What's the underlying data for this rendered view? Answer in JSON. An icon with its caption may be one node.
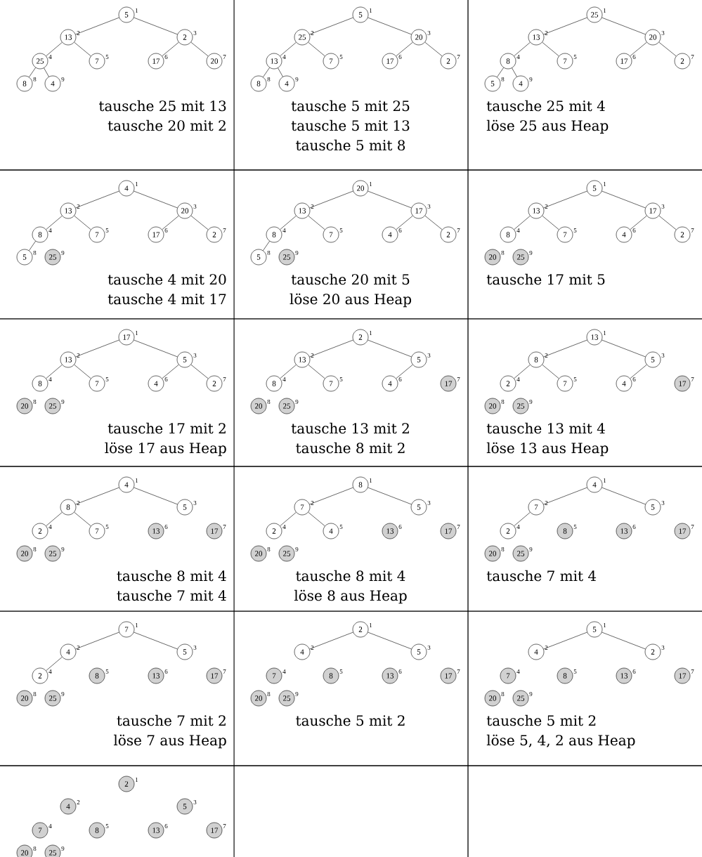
{
  "diagram": {
    "nodes": [
      {
        "text": [
          "5"
        ],
        "beside": [
          "1"
        ]
      },
      {
        "text": [
          "13"
        ],
        "beside": [
          "2"
        ]
      },
      {
        "text": [
          "2"
        ],
        "beside": [
          "3"
        ]
      },
      {
        "text": [
          "25"
        ],
        "beside": [
          "4"
        ]
      },
      {
        "text": [
          "7"
        ],
        "beside": [
          "5"
        ]
      },
      {
        "text": [
          "17"
        ],
        "beside": [
          "6"
        ]
      },
      {
        "text": [
          "20"
        ],
        "beside": [
          "7"
        ]
      },
      {
        "text": [
          "8"
        ],
        "beside": [
          "8"
        ]
      },
      {
        "text": [
          "4"
        ],
        "beside": [
          "9"
        ]
      },
      {
        "text": [
          "5"
        ],
        "beside": [
          "1"
        ]
      },
      {
        "text": [
          "25"
        ],
        "beside": [
          "2"
        ]
      },
      {
        "text": [
          "20"
        ],
        "beside": [
          "3"
        ]
      },
      {
        "text": [
          "13"
        ],
        "beside": [
          "4"
        ]
      },
      {
        "text": [
          "7"
        ],
        "beside": [
          "5"
        ]
      },
      {
        "text": [
          "17"
        ],
        "beside": [
          "6"
        ]
      },
      {
        "text": [
          "2"
        ],
        "beside": [
          "7"
        ]
      },
      {
        "text": [
          "8"
        ],
        "beside": [
          "8"
        ]
      },
      {
        "text": [
          "4"
        ],
        "beside": [
          "9"
        ]
      },
      {
        "text": [
          "25"
        ],
        "beside": [
          "1"
        ]
      },
      {
        "text": [
          "13"
        ],
        "beside": [
          "2"
        ]
      },
      {
        "text": [
          "20"
        ],
        "beside": [
          "3"
        ]
      },
      {
        "text": [
          "8"
        ],
        "beside": [
          "4"
        ]
      },
      {
        "text": [
          "7"
        ],
        "beside": [
          "5"
        ]
      },
      {
        "text": [
          "17"
        ],
        "beside": [
          "6"
        ]
      },
      {
        "text": [
          "2"
        ],
        "beside": [
          "7"
        ]
      },
      {
        "text": [
          "5"
        ],
        "beside": [
          "8"
        ]
      },
      {
        "text": [
          "4"
        ],
        "beside": [
          "9"
        ]
      },
      {
        "text": [
          "4"
        ],
        "beside": [
          "1"
        ]
      },
      {
        "text": [
          "13"
        ],
        "beside": [
          "2"
        ]
      },
      {
        "text": [
          "20"
        ],
        "beside": [
          "3"
        ]
      },
      {
        "text": [
          "8"
        ],
        "beside": [
          "4"
        ]
      },
      {
        "text": [
          "7"
        ],
        "beside": [
          "5"
        ]
      },
      {
        "text": [
          "17"
        ],
        "beside": [
          "6"
        ]
      },
      {
        "text": [
          "2"
        ],
        "beside": [
          "7"
        ]
      },
      {
        "text": [
          "5"
        ],
        "beside": [
          "8"
        ]
      },
      {
        "text": [
          "25"
        ],
        "beside": [
          "9"
        ]
      },
      {
        "text": [
          "20"
        ],
        "beside": [
          "1"
        ]
      },
      {
        "text": [
          "13"
        ],
        "beside": [
          "2"
        ]
      },
      {
        "text": [
          "17"
        ],
        "beside": [
          "3"
        ]
      },
      {
        "text": [
          "8"
        ],
        "beside": [
          "4"
        ]
      },
      {
        "text": [
          "7"
        ],
        "beside": [
          "5"
        ]
      },
      {
        "text": [
          "4"
        ],
        "beside": [
          "6"
        ]
      },
      {
        "text": [
          "2"
        ],
        "beside": [
          "7"
        ]
      },
      {
        "text": [
          "5"
        ],
        "beside": [
          "8"
        ]
      },
      {
        "text": [
          "25"
        ],
        "beside": [
          "9"
        ]
      },
      {
        "text": [
          "5"
        ],
        "beside": [
          "1"
        ]
      },
      {
        "text": [
          "13"
        ],
        "beside": [
          "2"
        ]
      },
      {
        "text": [
          "17"
        ],
        "beside": [
          "3"
        ]
      },
      {
        "text": [
          "8"
        ],
        "beside": [
          "4"
        ]
      },
      {
        "text": [
          "7"
        ],
        "beside": [
          "5"
        ]
      },
      {
        "text": [
          "4"
        ],
        "beside": [
          "6"
        ]
      },
      {
        "text": [
          "2"
        ],
        "beside": [
          "7"
        ]
      },
      {
        "text": [
          "20"
        ],
        "beside": [
          "8"
        ]
      },
      {
        "text": [
          "25"
        ],
        "beside": [
          "9"
        ]
      },
      {
        "text": [
          "17"
        ],
        "beside": [
          "1"
        ]
      },
      {
        "text": [
          "13"
        ],
        "beside": [
          "2"
        ]
      },
      {
        "text": [
          "5"
        ],
        "beside": [
          "3"
        ]
      },
      {
        "text": [
          "8"
        ],
        "beside": [
          "4"
        ]
      },
      {
        "text": [
          "7"
        ],
        "beside": [
          "5"
        ]
      },
      {
        "text": [
          "4"
        ],
        "beside": [
          "6"
        ]
      },
      {
        "text": [
          "2"
        ],
        "beside": [
          "7"
        ]
      },
      {
        "text": [
          "20"
        ],
        "beside": [
          "8"
        ]
      },
      {
        "text": [
          "25"
        ],
        "beside": [
          "9"
        ]
      },
      {
        "text": [
          "2"
        ],
        "beside": [
          "1"
        ]
      },
      {
        "text": [
          "13"
        ],
        "beside": [
          "2"
        ]
      },
      {
        "text": [
          "5"
        ],
        "beside": [
          "3"
        ]
      },
      {
        "text": [
          "8"
        ],
        "beside": [
          "4"
        ]
      },
      {
        "text": [
          "7"
        ],
        "beside": [
          "5"
        ]
      },
      {
        "text": [
          "4"
        ],
        "beside": [
          "6"
        ]
      },
      {
        "text": [
          "17"
        ],
        "beside": [
          "7"
        ]
      },
      {
        "text": [
          "20"
        ],
        "beside": [
          "8"
        ]
      },
      {
        "text": [
          "25"
        ],
        "beside": [
          "9"
        ]
      },
      {
        "text": [
          "13"
        ],
        "beside": [
          "1"
        ]
      },
      {
        "text": [
          "8"
        ],
        "beside": [
          "2"
        ]
      },
      {
        "text": [
          "5"
        ],
        "beside": [
          "3"
        ]
      },
      {
        "text": [
          "2"
        ],
        "beside": [
          "4"
        ]
      },
      {
        "text": [
          "7"
        ],
        "beside": [
          "5"
        ]
      },
      {
        "text": [
          "4"
        ],
        "beside": [
          "6"
        ]
      },
      {
        "text": [
          "17"
        ],
        "beside": [
          "7"
        ]
      },
      {
        "text": [
          "20"
        ],
        "beside": [
          "8"
        ]
      },
      {
        "text": [
          "25"
        ],
        "beside": [
          "9"
        ]
      },
      {
        "text": [
          "4"
        ],
        "beside": [
          "1"
        ]
      },
      {
        "text": [
          "8"
        ],
        "beside": [
          "2"
        ]
      },
      {
        "text": [
          "5"
        ],
        "beside": [
          "3"
        ]
      },
      {
        "text": [
          "2"
        ],
        "beside": [
          "4"
        ]
      },
      {
        "text": [
          "7"
        ],
        "beside": [
          "5"
        ]
      },
      {
        "text": [
          "13"
        ],
        "beside": [
          "6"
        ]
      },
      {
        "text": [
          "17"
        ],
        "beside": [
          "7"
        ]
      },
      {
        "text": [
          "20"
        ],
        "beside": [
          "8"
        ]
      },
      {
        "text": [
          "25"
        ],
        "beside": [
          "9"
        ]
      },
      {
        "text": [
          "8"
        ],
        "beside": [
          "1"
        ]
      },
      {
        "text": [
          "7"
        ],
        "beside": [
          "2"
        ]
      },
      {
        "text": [
          "5"
        ],
        "beside": [
          "3"
        ]
      },
      {
        "text": [
          "2"
        ],
        "beside": [
          "4"
        ]
      },
      {
        "text": [
          "4"
        ],
        "beside": [
          "5"
        ]
      },
      {
        "text": [
          "13"
        ],
        "beside": [
          "6"
        ]
      },
      {
        "text": [
          "17"
        ],
        "beside": [
          "7"
        ]
      },
      {
        "text": [
          "20"
        ],
        "beside": [
          "8"
        ]
      },
      {
        "text": [
          "25"
        ],
        "beside": [
          "9"
        ]
      },
      {
        "text": [
          "4"
        ],
        "beside": [
          "1"
        ]
      },
      {
        "text": [
          "7"
        ],
        "beside": [
          "2"
        ]
      },
      {
        "text": [
          "5"
        ],
        "beside": [
          "3"
        ]
      },
      {
        "text": [
          "2"
        ],
        "beside": [
          "4"
        ]
      },
      {
        "text": [
          "8"
        ],
        "beside": [
          "5"
        ]
      },
      {
        "text": [
          "13"
        ],
        "beside": [
          "6"
        ]
      },
      {
        "text": [
          "17"
        ],
        "beside": [
          "7"
        ]
      },
      {
        "text": [
          "20"
        ],
        "beside": [
          "8"
        ]
      },
      {
        "text": [
          "25"
        ],
        "beside": [
          "9"
        ]
      },
      {
        "text": [
          "7"
        ],
        "beside": [
          "1"
        ]
      },
      {
        "text": [
          "4"
        ],
        "beside": [
          "2"
        ]
      },
      {
        "text": [
          "5"
        ],
        "beside": [
          "3"
        ]
      },
      {
        "text": [
          "2"
        ],
        "beside": [
          "4"
        ]
      },
      {
        "text": [
          "8"
        ],
        "beside": [
          "5"
        ]
      },
      {
        "text": [
          "13"
        ],
        "beside": [
          "6"
        ]
      },
      {
        "text": [
          "17"
        ],
        "beside": [
          "7"
        ]
      },
      {
        "text": [
          "20"
        ],
        "beside": [
          "8"
        ]
      },
      {
        "text": [
          "25"
        ],
        "beside": [
          "9"
        ]
      },
      {
        "text": [
          "2"
        ],
        "beside": [
          "1"
        ]
      },
      {
        "text": [
          "4"
        ],
        "beside": [
          "2"
        ]
      },
      {
        "text": [
          "5"
        ],
        "beside": [
          "3"
        ]
      },
      {
        "text": [
          "7"
        ],
        "beside": [
          "4"
        ]
      },
      {
        "text": [
          "8"
        ],
        "beside": [
          "5"
        ]
      },
      {
        "text": [
          "13"
        ],
        "beside": [
          "6"
        ]
      },
      {
        "text": [
          "17"
        ],
        "beside": [
          "7"
        ]
      },
      {
        "text": [
          "20"
        ],
        "beside": [
          "8"
        ]
      },
      {
        "text": [
          "25"
        ],
        "beside": [
          "9"
        ]
      },
      {
        "text": [
          "5"
        ],
        "beside": [
          "1"
        ]
      },
      {
        "text": [
          "4"
        ],
        "beside": [
          "2"
        ]
      },
      {
        "text": [
          "2"
        ],
        "beside": [
          "3"
        ]
      },
      {
        "text": [
          "7"
        ],
        "beside": [
          "4"
        ]
      },
      {
        "text": [
          "8"
        ],
        "beside": [
          "5"
        ]
      },
      {
        "text": [
          "13"
        ],
        "beside": [
          "6"
        ]
      },
      {
        "text": [
          "17"
        ],
        "beside": [
          "7"
        ]
      },
      {
        "text": [
          "20"
        ],
        "beside": [
          "8"
        ]
      },
      {
        "text": [
          "25"
        ],
        "beside": [
          "9"
        ]
      },
      {
        "text": [
          "2"
        ],
        "beside": [
          "1"
        ]
      },
      {
        "text": [
          "4"
        ],
        "beside": [
          "2"
        ]
      },
      {
        "text": [
          "5"
        ],
        "beside": [
          "3"
        ]
      },
      {
        "text": [
          "7"
        ],
        "beside": [
          "4"
        ]
      },
      {
        "text": [
          "8"
        ],
        "beside": [
          "5"
        ]
      },
      {
        "text": [
          "13"
        ],
        "beside": [
          "6"
        ]
      },
      {
        "text": [
          "17"
        ],
        "beside": [
          "7"
        ]
      },
      {
        "text": [
          "20"
        ],
        "beside": [
          "8"
        ]
      },
      {
        "text": [
          "25"
        ],
        "beside": [
          "9"
        ]
      }
    ],
    "edges": [
      {
        "from": 0,
        "to": 1,
        "arrow": "none"
      },
      {
        "from": 0,
        "to": 2,
        "arrow": "none"
      },
      {
        "from": 1,
        "to": 3,
        "arrow": "none"
      },
      {
        "from": 1,
        "to": 4,
        "arrow": "none"
      },
      {
        "from": 2,
        "to": 5,
        "arrow": "none"
      },
      {
        "from": 2,
        "to": 6,
        "arrow": "none"
      },
      {
        "from": 3,
        "to": 7,
        "arrow": "none"
      },
      {
        "from": 3,
        "to": 8,
        "arrow": "none"
      },
      {
        "from": 9,
        "to": 10,
        "arrow": "none"
      },
      {
        "from": 9,
        "to": 11,
        "arrow": "none"
      },
      {
        "from": 10,
        "to": 12,
        "arrow": "none"
      },
      {
        "from": 10,
        "to": 13,
        "arrow": "none"
      },
      {
        "from": 11,
        "to": 14,
        "arrow": "none"
      },
      {
        "from": 11,
        "to": 15,
        "arrow": "none"
      },
      {
        "from": 12,
        "to": 16,
        "arrow": "none"
      },
      {
        "from": 12,
        "to": 17,
        "arrow": "none"
      },
      {
        "from": 18,
        "to": 19,
        "arrow": "none"
      },
      {
        "from": 18,
        "to": 20,
        "arrow": "none"
      },
      {
        "from": 19,
        "to": 21,
        "arrow": "none"
      },
      {
        "from": 19,
        "to": 22,
        "arrow": "none"
      },
      {
        "from": 20,
        "to": 23,
        "arrow": "none"
      },
      {
        "from": 20,
        "to": 24,
        "arrow": "none"
      },
      {
        "from": 21,
        "to": 25,
        "arrow": "none"
      },
      {
        "from": 21,
        "to": 26,
        "arrow": "none"
      },
      {
        "from": 27,
        "to": 28,
        "arrow": "none"
      },
      {
        "from": 27,
        "to": 29,
        "arrow": "none"
      },
      {
        "from": 28,
        "to": 30,
        "arrow": "none"
      },
      {
        "from": 28,
        "to": 31,
        "arrow": "none"
      },
      {
        "from": 29,
        "to": 32,
        "arrow": "none"
      },
      {
        "from": 29,
        "to": 33,
        "arrow": "none"
      },
      {
        "from": 30,
        "to": 34,
        "arrow": "none"
      },
      {
        "from": 36,
        "to": 37,
        "arrow": "none"
      },
      {
        "from": 36,
        "to": 38,
        "arrow": "none"
      },
      {
        "from": 37,
        "to": 39,
        "arrow": "none"
      },
      {
        "from": 37,
        "to": 40,
        "arrow": "none"
      },
      {
        "from": 38,
        "to": 41,
        "arrow": "none"
      },
      {
        "from": 38,
        "to": 42,
        "arrow": "none"
      },
      {
        "from": 39,
        "to": 43,
        "arrow": "none"
      },
      {
        "from": 45,
        "to": 46,
        "arrow": "none"
      },
      {
        "from": 45,
        "to": 47,
        "arrow": "none"
      },
      {
        "from": 46,
        "to": 48,
        "arrow": "none"
      },
      {
        "from": 46,
        "to": 49,
        "arrow": "none"
      },
      {
        "from": 47,
        "to": 50,
        "arrow": "none"
      },
      {
        "from": 47,
        "to": 51,
        "arrow": "none"
      },
      {
        "from": 54,
        "to": 55,
        "arrow": "none"
      },
      {
        "from": 54,
        "to": 56,
        "arrow": "none"
      },
      {
        "from": 55,
        "to": 57,
        "arrow": "none"
      },
      {
        "from": 55,
        "to": 58,
        "arrow": "none"
      },
      {
        "from": 56,
        "to": 59,
        "arrow": "none"
      },
      {
        "from": 56,
        "to": 60,
        "arrow": "none"
      },
      {
        "from": 63,
        "to": 64,
        "arrow": "none"
      },
      {
        "from": 63,
        "to": 65,
        "arrow": "none"
      },
      {
        "from": 64,
        "to": 66,
        "arrow": "none"
      },
      {
        "from": 64,
        "to": 67,
        "arrow": "none"
      },
      {
        "from": 65,
        "to": 68,
        "arrow": "none"
      },
      {
        "from": 72,
        "to": 73,
        "arrow": "none"
      },
      {
        "from": 72,
        "to": 74,
        "arrow": "none"
      },
      {
        "from": 73,
        "to": 75,
        "arrow": "none"
      },
      {
        "from": 73,
        "to": 76,
        "arrow": "none"
      },
      {
        "from": 74,
        "to": 77,
        "arrow": "none"
      },
      {
        "from": 81,
        "to": 82,
        "arrow": "none"
      },
      {
        "from": 81,
        "to": 83,
        "arrow": "none"
      },
      {
        "from": 82,
        "to": 84,
        "arrow": "none"
      },
      {
        "from": 82,
        "to": 85,
        "arrow": "none"
      },
      {
        "from": 90,
        "to": 91,
        "arrow": "none"
      },
      {
        "from": 90,
        "to": 92,
        "arrow": "none"
      },
      {
        "from": 91,
        "to": 93,
        "arrow": "none"
      },
      {
        "from": 91,
        "to": 94,
        "arrow": "none"
      },
      {
        "from": 99,
        "to": 100,
        "arrow": "none"
      },
      {
        "from": 99,
        "to": 101,
        "arrow": "none"
      },
      {
        "from": 100,
        "to": 102,
        "arrow": "none"
      },
      {
        "from": 108,
        "to": 109,
        "arrow": "none"
      },
      {
        "from": 108,
        "to": 110,
        "arrow": "none"
      },
      {
        "from": 109,
        "to": 111,
        "arrow": "none"
      },
      {
        "from": 117,
        "to": 118,
        "arrow": "none"
      },
      {
        "from": 117,
        "to": 119,
        "arrow": "none"
      },
      {
        "from": 126,
        "to": 127,
        "arrow": "none"
      },
      {
        "from": 126,
        "to": 128,
        "arrow": "none"
      }
    ],
    "labels": [
      "tausche 25 mit 13",
      "tausche 20 mit 2",
      "tausche 5 mit 25",
      "tausche 5 mit 13",
      "tausche 5 mit 8",
      "tausche 25 mit 4",
      "löse 25 aus Heap",
      "tausche 4 mit 20",
      "tausche 4 mit 17",
      "tausche 20 mit 5",
      "löse 20 aus Heap",
      "tausche 17 mit 5",
      "tausche 17 mit 2",
      "löse 17 aus Heap",
      "tausche 13 mit 2",
      "tausche 8 mit 2",
      "tausche 13 mit 4",
      "löse 13 aus Heap",
      "tausche 8 mit 4",
      "tausche 7 mit 4",
      "tausche 8 mit 4",
      "löse 8 aus Heap",
      "tausche 7 mit 4",
      "tausche 7 mit 2",
      "löse 7 aus Heap",
      "tausche 5 mit 2",
      "tausche 5 mit 2",
      "löse 5, 4, 2 aus Heap"
    ]
  }
}
